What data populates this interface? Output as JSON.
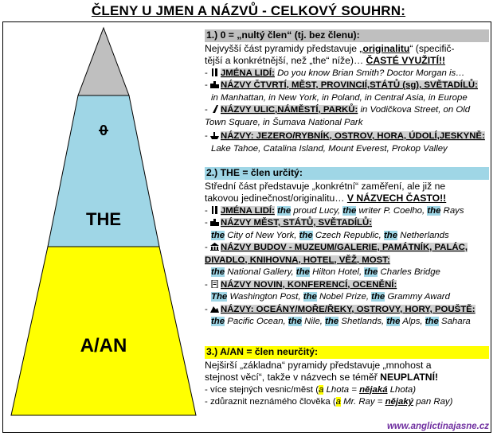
{
  "title": "ČLENY U JMEN A NÁZVŮ -  CELKOVÝ SOUHRN:",
  "pyramid": {
    "top_label": "0",
    "middle_label": "THE",
    "bottom_label": "A/AN",
    "colors": {
      "top": "#bfbfbf",
      "middle": "#9fd6e6",
      "bottom": "#ffff00"
    }
  },
  "section1": {
    "header": "1.) 0 = „nultý člen“ (tj. bez členu):",
    "intro1a": "Nejvyšší část pyramidy představuje „",
    "intro1b": "originalitu",
    "intro1c": "“ (specifič-",
    "intro2a": "tější a konkrétnější, než „the“ níže)… ",
    "intro2b": "ČASTÉ VYUŽITÍ!!",
    "people_label": "JMÉNA LIDÍ:",
    "people_ex": "Do you know Brian Smith? Doctor Morgan is…",
    "places_label": "NÁZVY ČTVRTÍ, MĚST, PROVINCIÍ,STÁTŮ (sg), SVĚTADÍLŮ:",
    "places_ex": "in Manhattan, in New York, in Poland, in Central Asia, in Europe",
    "streets_label": "NÁZVY ULIC,NÁMĚSTÍ, PARKŮ:",
    "streets_ex1": "in Vodičkova Street, on Old",
    "streets_ex2": "Town Square, in Šumava National Park",
    "nature_label": "NÁZVY: JEZERO/RYBNÍK, OSTROV, HORA, ÚDOLÍ,JESKYNĚ:",
    "nature_ex": "Lake Tahoe, Catalina Island, Mount Everest, Prokop Valley"
  },
  "section2": {
    "header": "2.) THE = člen určitý:",
    "intro1": "Střední část představuje „konkrétní“ zaměření, ale již ne",
    "intro2a": "takovou jedinečnost/originalitu… ",
    "intro2b": "V NÁZVECH ČASTO!!",
    "the": "the",
    "The": "The",
    "people_label": "JMÉNA LIDÍ:",
    "people_w1": "proud Lucy,",
    "people_w2": "writer P. Coelho,",
    "people_w3": "Rays",
    "places_label": "NÁZVY MĚST, STÁTŮ, SVĚTADÍLŮ:",
    "places_w1": "City of New York,",
    "places_w2": "Czech Republic,",
    "places_w3": "Netherlands",
    "build_label1": "NÁZVY BUDOV - MUZEUM/GALERIE, PAMÁTNÍK, PALÁC,",
    "build_label2": "DIVADLO, KNIHOVNA, HOTEL, VĚŽ, MOST:",
    "build_w1": "National Gallery,",
    "build_w2": "Hilton Hotel,",
    "build_w3": "Charles Bridge",
    "news_label": "NÁZVY NOVIN, KONFERENCÍ, OCENĚNÍ:",
    "news_w1": "Washington Post,",
    "news_w2": "Nobel Prize,",
    "news_w3": "Grammy Award",
    "geo_label": "NÁZVY: OCEÁNY/MOŘE/ŘEKY, OSTROVY, HORY, POUŠTĚ:",
    "geo_w1": "Pacific Ocean,",
    "geo_w2": "Nile,",
    "geo_w3": "Shetlands,",
    "geo_w4": "Alps,",
    "geo_w5": "Sahara"
  },
  "section3": {
    "header": "3.) A/AN = člen neurčitý:",
    "intro1": "Nejširší „základna“ pyramidy představuje „mnohost a",
    "intro2a": "stejnost věcí“, takže v názvech se téměř ",
    "intro2b": "NEUPLATNÍ!",
    "item1a": "- více stejných vesnic/měst (",
    "item1a_art": "a",
    "item1b": " Lhota = ",
    "item1c": "nějaká",
    "item1d": " Lhota)",
    "item2a": "- zdůraznit neznámého člověka (",
    "item2a_art": "a",
    "item2b": " Mr. Ray = ",
    "item2c": "nějaký",
    "item2d": " pan Ray)"
  },
  "footer": "www.anglictinajasne.cz"
}
